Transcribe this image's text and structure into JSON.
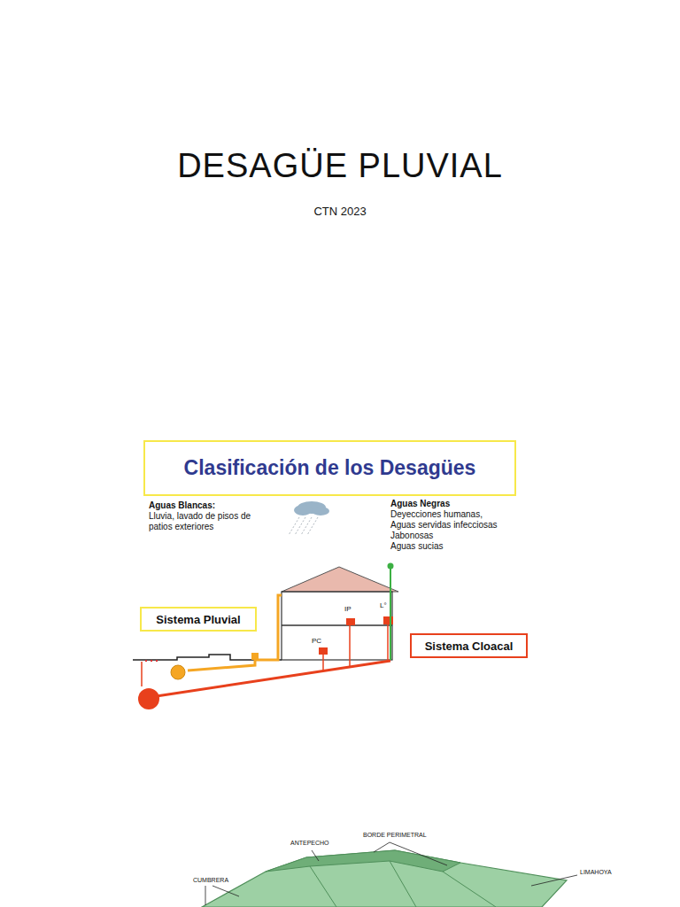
{
  "diagram": {
    "title": "DESAGÜE PLUVIAL",
    "nodes": [
      {
        "text": [
          "Clasificación de los Desagües"
        ]
      },
      {
        "text": [
          "Sistema Pluvial"
        ]
      },
      {
        "text": [
          "Sistema Cloacal"
        ]
      }
    ],
    "labels": [
      "CTN 2023",
      "Aguas Blancas:",
      "Lluvia, lavado de pisos de patios exteriores",
      "Aguas Negras",
      "Deyecciones humanas,",
      "Aguas servidas infecciosas",
      "Jabonosas",
      "Aguas sucias",
      "IP",
      "L°",
      "PC",
      "ANTEPECHO",
      "BORDE PERIMETRAL",
      "CUMBRERA",
      "LIMAHOYA"
    ]
  }
}
